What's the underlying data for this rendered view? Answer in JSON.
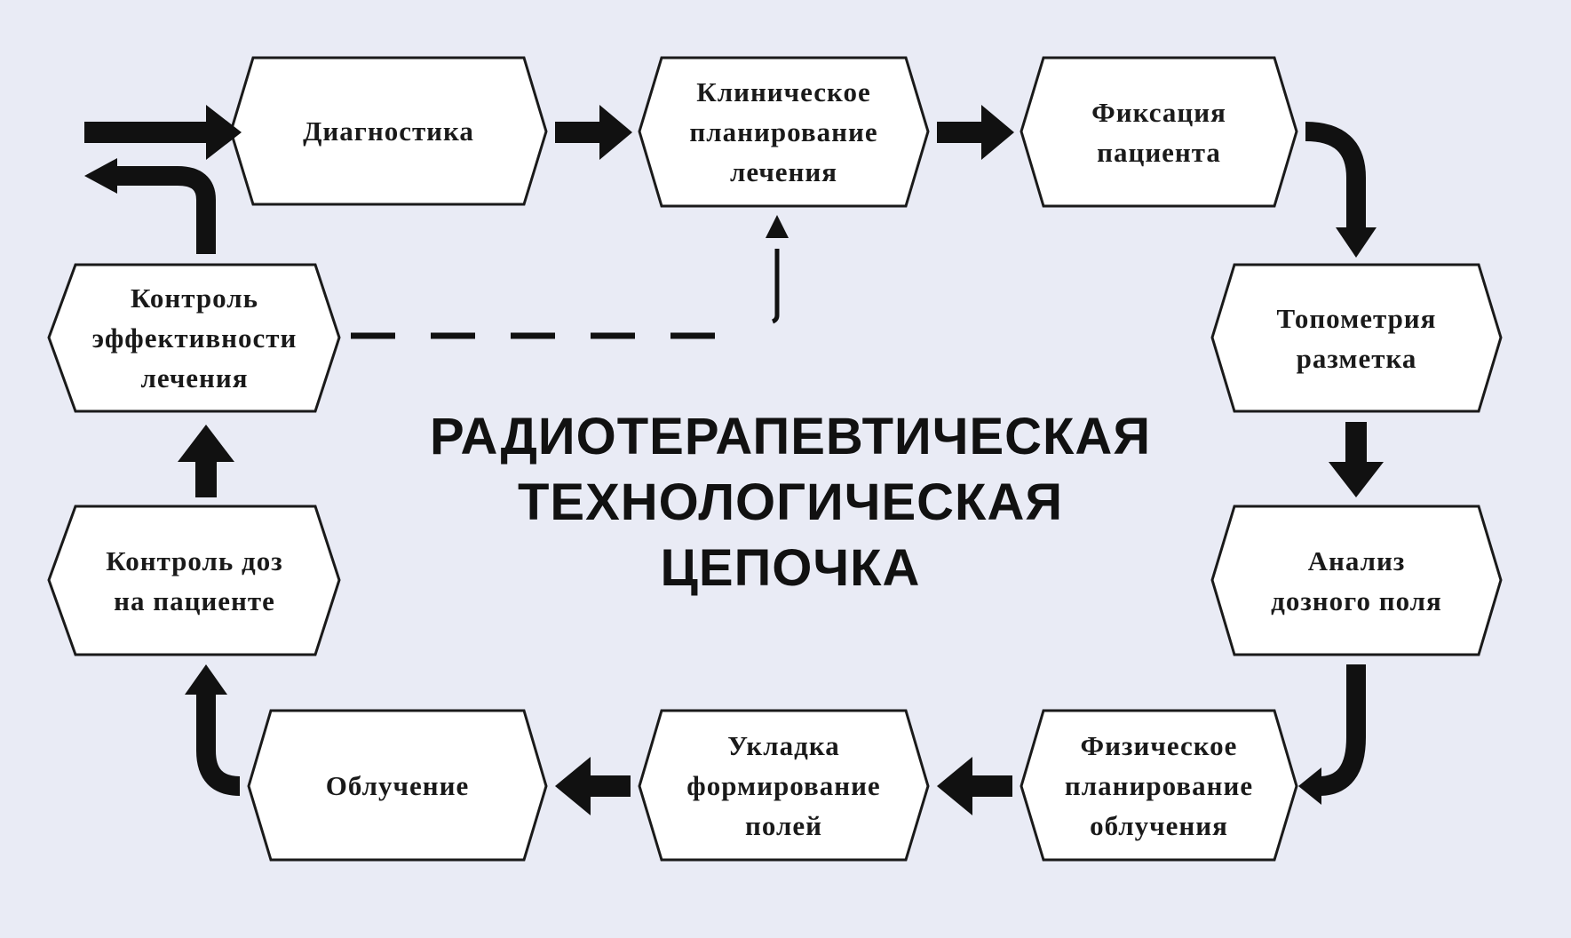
{
  "diagram": {
    "title_lines": [
      "РАДИОТЕРАПЕВТИЧЕСКАЯ",
      "ТЕХНОЛОГИЧЕСКАЯ",
      "ЦЕПОЧКА"
    ],
    "nodes": {
      "diagnostics": [
        "Диагностика"
      ],
      "clinical_planning": [
        "Клиническое",
        "планирование",
        "лечения"
      ],
      "patient_fixation": [
        "Фиксация",
        "пациента"
      ],
      "topometry": [
        "Топометрия",
        "разметка"
      ],
      "dose_field_analysis": [
        "Анализ",
        "дозного поля"
      ],
      "physical_planning": [
        "Физическое",
        "планирование",
        "облучения"
      ],
      "field_forming": [
        "Укладка",
        "формирование",
        "полей"
      ],
      "irradiation": [
        "Облучение"
      ],
      "patient_dose_control": [
        "Контроль доз",
        "на пациенте"
      ],
      "efficacy_control": [
        "Контроль",
        "эффективности",
        "лечения"
      ]
    },
    "colors": {
      "background": "#e9ebf5",
      "hex_fill": "#ffffff",
      "stroke": "#1a1a1a"
    }
  }
}
